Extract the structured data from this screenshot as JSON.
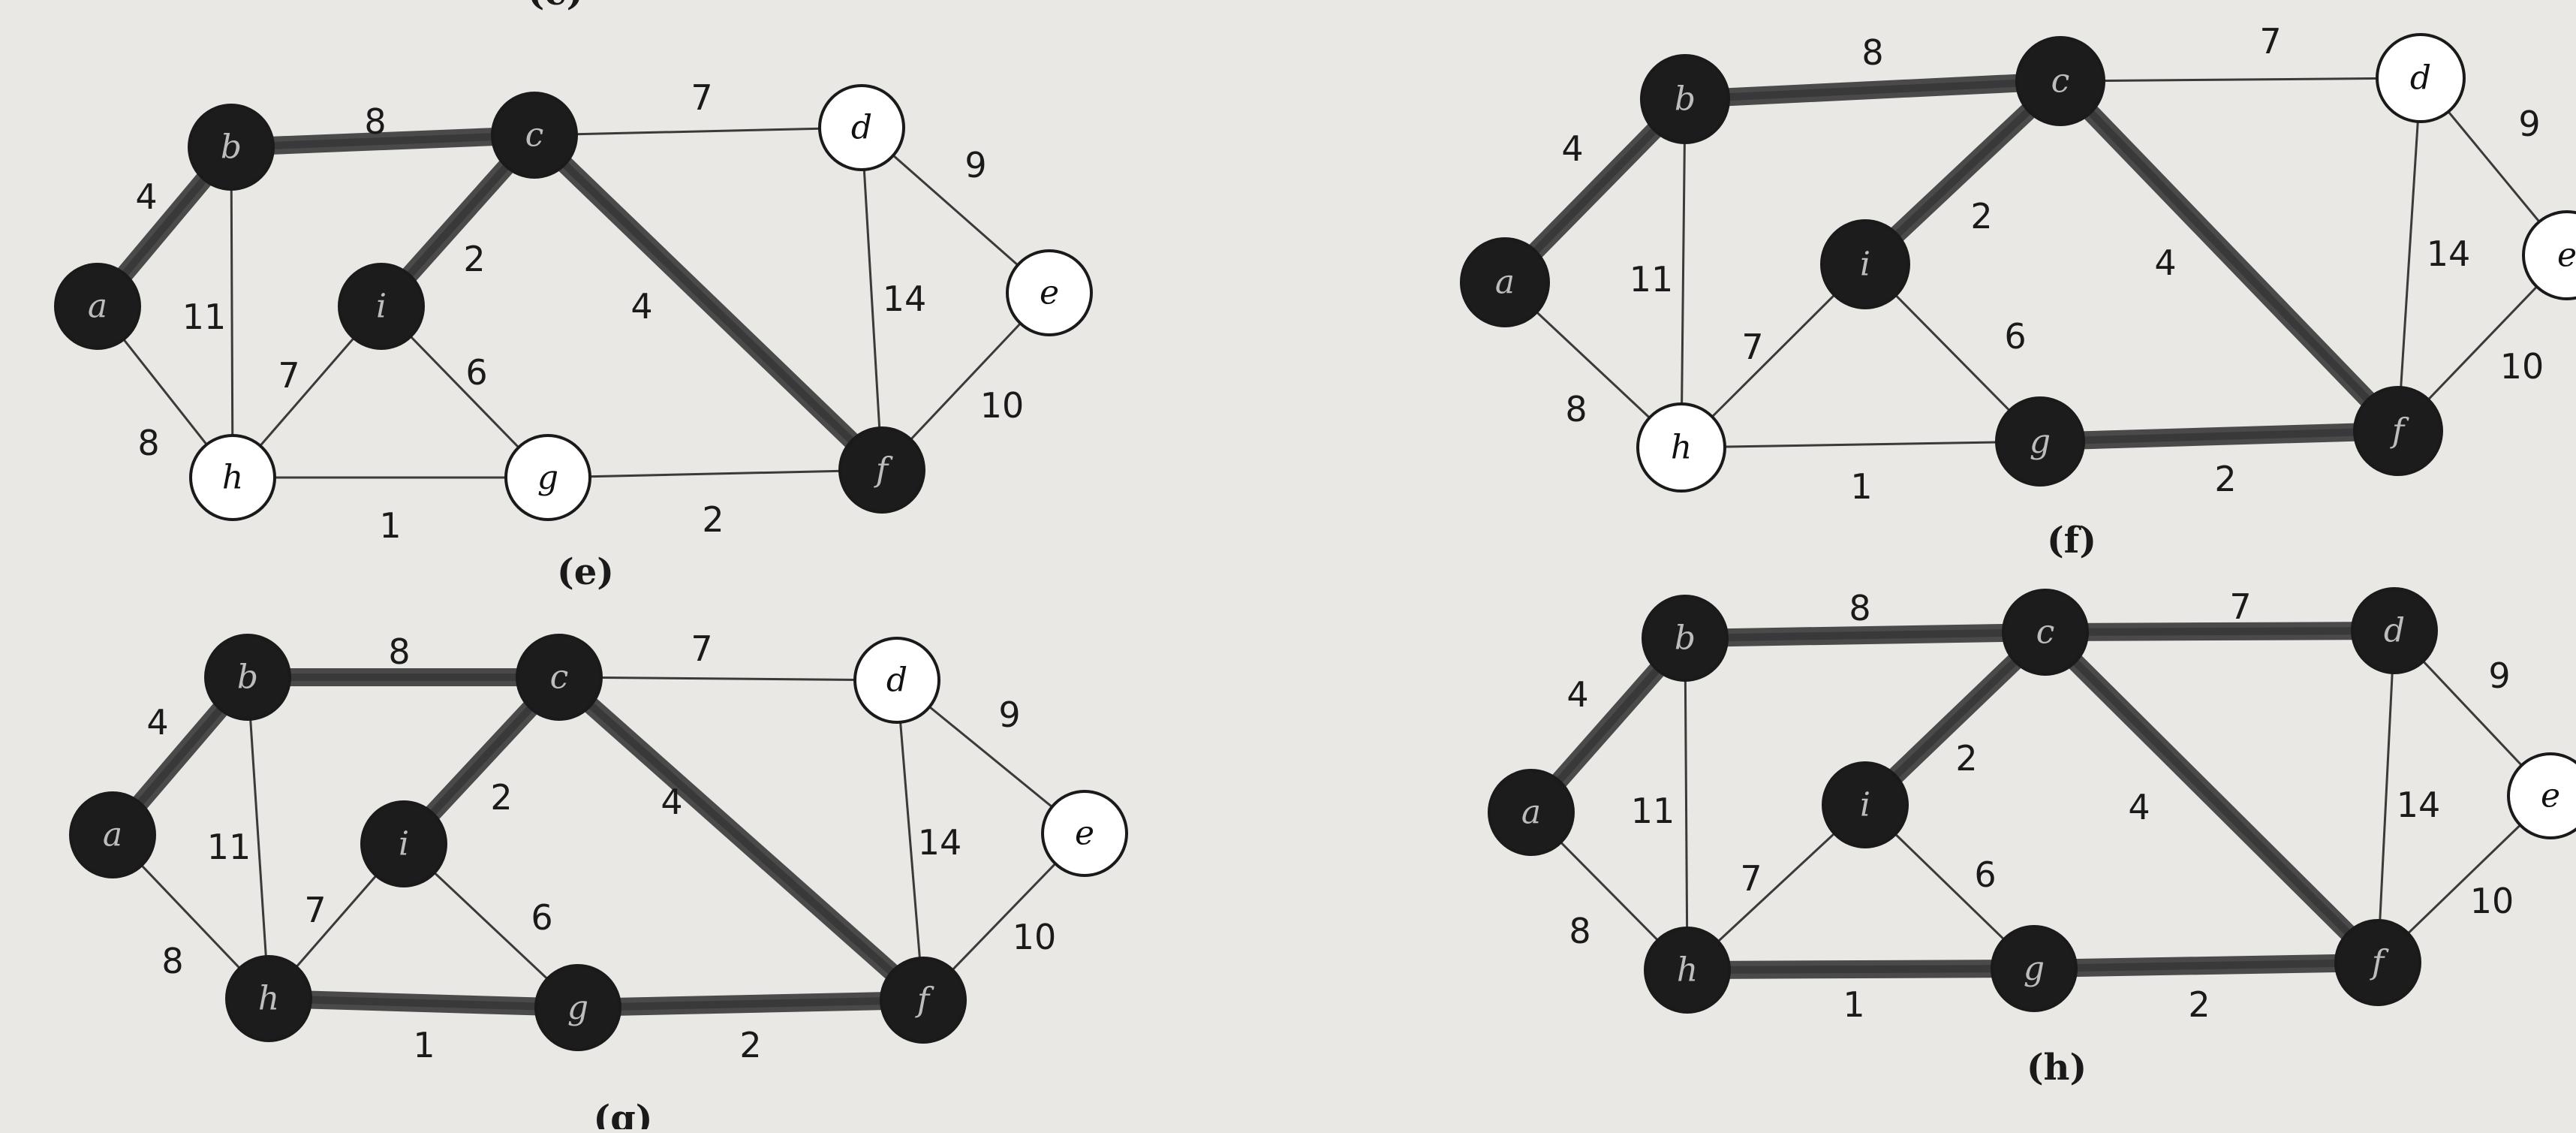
{
  "figure_top_caption": "(c)",
  "panels": [
    {
      "id": "e",
      "caption": "(e)",
      "nodes": [
        {
          "id": "a",
          "label": "a",
          "color": "black"
        },
        {
          "id": "b",
          "label": "b",
          "color": "black"
        },
        {
          "id": "c",
          "label": "c",
          "color": "black"
        },
        {
          "id": "d",
          "label": "d",
          "color": "white"
        },
        {
          "id": "e",
          "label": "e",
          "color": "white"
        },
        {
          "id": "f",
          "label": "f",
          "color": "black"
        },
        {
          "id": "g",
          "label": "g",
          "color": "white"
        },
        {
          "id": "h",
          "label": "h",
          "color": "white"
        },
        {
          "id": "i",
          "label": "i",
          "color": "black"
        }
      ],
      "edges": [
        {
          "from": "a",
          "to": "b",
          "weight": "4",
          "mst": true
        },
        {
          "from": "b",
          "to": "c",
          "weight": "8",
          "mst": true
        },
        {
          "from": "c",
          "to": "d",
          "weight": "7",
          "mst": false
        },
        {
          "from": "d",
          "to": "e",
          "weight": "9",
          "mst": false
        },
        {
          "from": "b",
          "to": "h",
          "weight": "11",
          "mst": false
        },
        {
          "from": "a",
          "to": "h",
          "weight": "8",
          "mst": false
        },
        {
          "from": "c",
          "to": "i",
          "weight": "2",
          "mst": true
        },
        {
          "from": "c",
          "to": "f",
          "weight": "4",
          "mst": true
        },
        {
          "from": "d",
          "to": "f",
          "weight": "14",
          "mst": false
        },
        {
          "from": "e",
          "to": "f",
          "weight": "10",
          "mst": false
        },
        {
          "from": "i",
          "to": "h",
          "weight": "7",
          "mst": false
        },
        {
          "from": "i",
          "to": "g",
          "weight": "6",
          "mst": false
        },
        {
          "from": "h",
          "to": "g",
          "weight": "1",
          "mst": false
        },
        {
          "from": "g",
          "to": "f",
          "weight": "2",
          "mst": false
        }
      ]
    },
    {
      "id": "f",
      "caption": "(f)",
      "nodes": [
        {
          "id": "a",
          "label": "a",
          "color": "black"
        },
        {
          "id": "b",
          "label": "b",
          "color": "black"
        },
        {
          "id": "c",
          "label": "c",
          "color": "black"
        },
        {
          "id": "d",
          "label": "d",
          "color": "white"
        },
        {
          "id": "e",
          "label": "e",
          "color": "white"
        },
        {
          "id": "f",
          "label": "f",
          "color": "black"
        },
        {
          "id": "g",
          "label": "g",
          "color": "black"
        },
        {
          "id": "h",
          "label": "h",
          "color": "white"
        },
        {
          "id": "i",
          "label": "i",
          "color": "black"
        }
      ],
      "edges": [
        {
          "from": "a",
          "to": "b",
          "weight": "4",
          "mst": true
        },
        {
          "from": "b",
          "to": "c",
          "weight": "8",
          "mst": true
        },
        {
          "from": "c",
          "to": "d",
          "weight": "7",
          "mst": false
        },
        {
          "from": "d",
          "to": "e",
          "weight": "9",
          "mst": false
        },
        {
          "from": "b",
          "to": "h",
          "weight": "11",
          "mst": false
        },
        {
          "from": "a",
          "to": "h",
          "weight": "8",
          "mst": false
        },
        {
          "from": "c",
          "to": "i",
          "weight": "2",
          "mst": true
        },
        {
          "from": "c",
          "to": "f",
          "weight": "4",
          "mst": true
        },
        {
          "from": "d",
          "to": "f",
          "weight": "14",
          "mst": false
        },
        {
          "from": "e",
          "to": "f",
          "weight": "10",
          "mst": false
        },
        {
          "from": "i",
          "to": "h",
          "weight": "7",
          "mst": false
        },
        {
          "from": "i",
          "to": "g",
          "weight": "6",
          "mst": false
        },
        {
          "from": "h",
          "to": "g",
          "weight": "1",
          "mst": false
        },
        {
          "from": "g",
          "to": "f",
          "weight": "2",
          "mst": true
        }
      ]
    },
    {
      "id": "g",
      "caption": "(g)",
      "nodes": [
        {
          "id": "a",
          "label": "a",
          "color": "black"
        },
        {
          "id": "b",
          "label": "b",
          "color": "black"
        },
        {
          "id": "c",
          "label": "c",
          "color": "black"
        },
        {
          "id": "d",
          "label": "d",
          "color": "white"
        },
        {
          "id": "e",
          "label": "e",
          "color": "white"
        },
        {
          "id": "f",
          "label": "f",
          "color": "black"
        },
        {
          "id": "g",
          "label": "g",
          "color": "black"
        },
        {
          "id": "h",
          "label": "h",
          "color": "black"
        },
        {
          "id": "i",
          "label": "i",
          "color": "black"
        }
      ],
      "edges": [
        {
          "from": "a",
          "to": "b",
          "weight": "4",
          "mst": true
        },
        {
          "from": "b",
          "to": "c",
          "weight": "8",
          "mst": true
        },
        {
          "from": "c",
          "to": "d",
          "weight": "7",
          "mst": false
        },
        {
          "from": "d",
          "to": "e",
          "weight": "9",
          "mst": false
        },
        {
          "from": "b",
          "to": "h",
          "weight": "11",
          "mst": false
        },
        {
          "from": "a",
          "to": "h",
          "weight": "8",
          "mst": false
        },
        {
          "from": "c",
          "to": "i",
          "weight": "2",
          "mst": true
        },
        {
          "from": "c",
          "to": "f",
          "weight": "4",
          "mst": true
        },
        {
          "from": "d",
          "to": "f",
          "weight": "14",
          "mst": false
        },
        {
          "from": "e",
          "to": "f",
          "weight": "10",
          "mst": false
        },
        {
          "from": "i",
          "to": "h",
          "weight": "7",
          "mst": false
        },
        {
          "from": "i",
          "to": "g",
          "weight": "6",
          "mst": false
        },
        {
          "from": "h",
          "to": "g",
          "weight": "1",
          "mst": true
        },
        {
          "from": "g",
          "to": "f",
          "weight": "2",
          "mst": true
        }
      ]
    },
    {
      "id": "h",
      "caption": "(h)",
      "nodes": [
        {
          "id": "a",
          "label": "a",
          "color": "black"
        },
        {
          "id": "b",
          "label": "b",
          "color": "black"
        },
        {
          "id": "c",
          "label": "c",
          "color": "black"
        },
        {
          "id": "d",
          "label": "d",
          "color": "black"
        },
        {
          "id": "e",
          "label": "e",
          "color": "white"
        },
        {
          "id": "f",
          "label": "f",
          "color": "black"
        },
        {
          "id": "g",
          "label": "g",
          "color": "black"
        },
        {
          "id": "h",
          "label": "h",
          "color": "black"
        },
        {
          "id": "i",
          "label": "i",
          "color": "black"
        }
      ],
      "edges": [
        {
          "from": "a",
          "to": "b",
          "weight": "4",
          "mst": true
        },
        {
          "from": "b",
          "to": "c",
          "weight": "8",
          "mst": true
        },
        {
          "from": "c",
          "to": "d",
          "weight": "7",
          "mst": true
        },
        {
          "from": "d",
          "to": "e",
          "weight": "9",
          "mst": false
        },
        {
          "from": "b",
          "to": "h",
          "weight": "11",
          "mst": false
        },
        {
          "from": "a",
          "to": "h",
          "weight": "8",
          "mst": false
        },
        {
          "from": "c",
          "to": "i",
          "weight": "2",
          "mst": true
        },
        {
          "from": "c",
          "to": "f",
          "weight": "4",
          "mst": true
        },
        {
          "from": "d",
          "to": "f",
          "weight": "14",
          "mst": false
        },
        {
          "from": "e",
          "to": "f",
          "weight": "10",
          "mst": false
        },
        {
          "from": "i",
          "to": "h",
          "weight": "7",
          "mst": false
        },
        {
          "from": "i",
          "to": "g",
          "weight": "6",
          "mst": false
        },
        {
          "from": "h",
          "to": "g",
          "weight": "1",
          "mst": true
        },
        {
          "from": "g",
          "to": "f",
          "weight": "2",
          "mst": true
        }
      ]
    }
  ],
  "colors": {
    "background": "#e9e8e4",
    "node_black": "#1c1c1c",
    "node_white": "#ffffff",
    "mst_edge": "#4a4a4a",
    "thin_edge": "#3a3a3a"
  }
}
